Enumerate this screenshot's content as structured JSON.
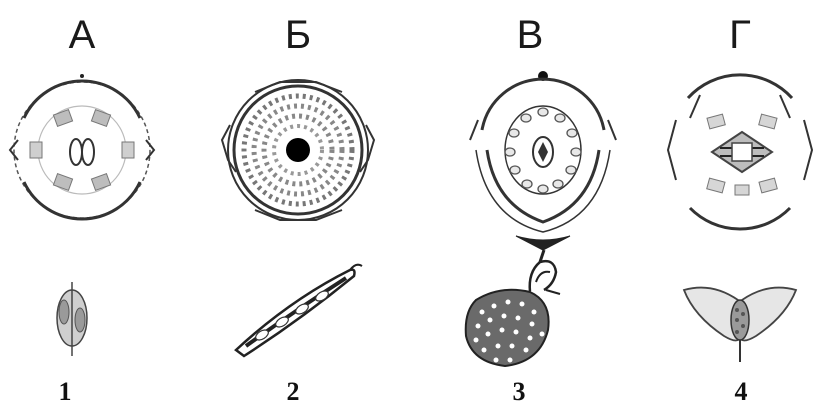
{
  "diagrams": [
    {
      "letter": "А"
    },
    {
      "letter": "Б"
    },
    {
      "letter": "В"
    },
    {
      "letter": "Г"
    }
  ],
  "fruits": [
    {
      "number": "1"
    },
    {
      "number": "2"
    },
    {
      "number": "3"
    },
    {
      "number": "4"
    }
  ]
}
